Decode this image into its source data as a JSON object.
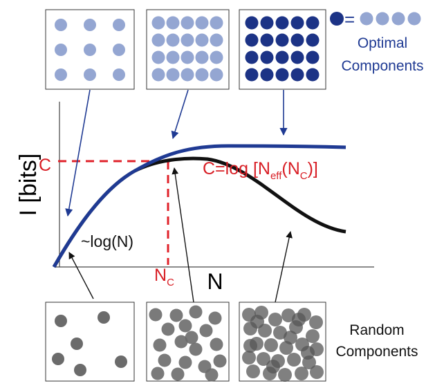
{
  "axes": {
    "y_label": "I [bits]",
    "x_label": "N"
  },
  "annotations": {
    "c_label": "C",
    "nc_label": "N",
    "nc_sub": "C",
    "formula_prefix": "C=log [N",
    "formula_sub_eff": "eff",
    "formula_mid": "(N",
    "formula_sub_c": "C",
    "formula_suffix": ")]",
    "log_label": "~log(N)"
  },
  "legend": {
    "equals": "=",
    "optimal_line1": "Optimal",
    "optimal_line2": "Components",
    "random_line1": "Random",
    "random_line2": "Components"
  },
  "colors": {
    "optimal_curve": "#1f3a93",
    "random_curve": "#111111",
    "dashed": "#e0222a",
    "light_dot": "#94a6d2",
    "dark_dot": "#1c3386",
    "gray_dot": "#6b6b6b",
    "label_blue": "#1f3a93",
    "label_red": "#d81e25"
  },
  "curves": {
    "optimal": {
      "name": "",
      "shape": "saturating"
    },
    "random": {
      "name": "",
      "shape": "peak-then-decline"
    }
  }
}
